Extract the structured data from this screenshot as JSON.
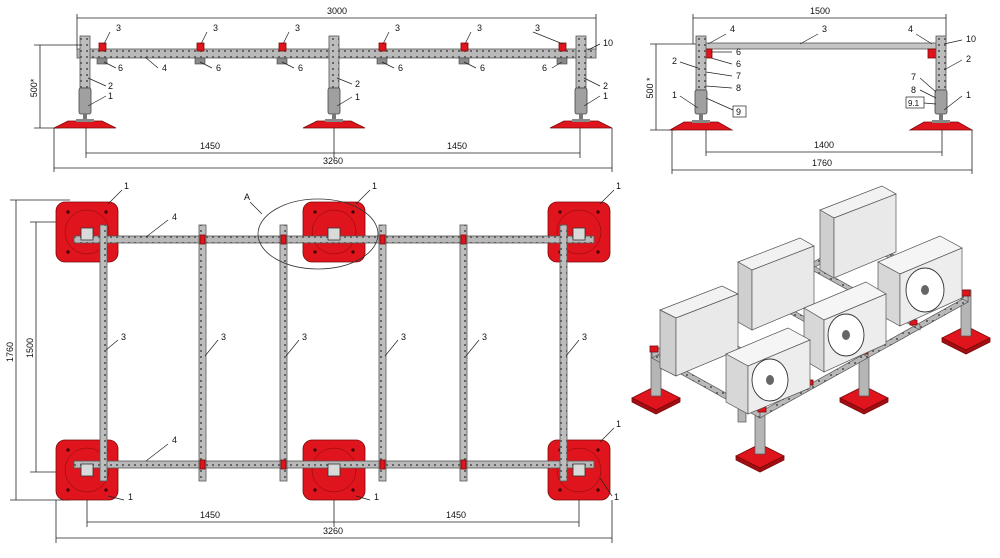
{
  "front_view": {
    "dim_top": "3000",
    "dim_height": "500*",
    "dim_span_left": "1450",
    "dim_span_right": "1450",
    "dim_total": "3260",
    "callouts": [
      "3",
      "3",
      "3",
      "3",
      "3",
      "3",
      "10",
      "6",
      "4",
      "6",
      "6",
      "6",
      "6",
      "6",
      "2",
      "2",
      "2",
      "1",
      "1",
      "1"
    ]
  },
  "side_view": {
    "dim_top": "1500",
    "dim_height": "500 *",
    "dim_inner": "1400",
    "dim_total": "1760",
    "callouts": [
      "4",
      "3",
      "4",
      "10",
      "6",
      "6",
      "7",
      "8",
      "9",
      "2",
      "1",
      "7",
      "8",
      "9.1",
      "2",
      "1"
    ]
  },
  "plan_view": {
    "dim_left_total": "1760",
    "dim_left_inner": "1500",
    "dim_span_left": "1450",
    "dim_span_right": "1450",
    "dim_total": "3260",
    "detail_label": "A",
    "callouts": [
      "1",
      "1",
      "1",
      "4",
      "3",
      "3",
      "3",
      "3",
      "3",
      "3",
      "4",
      "1",
      "1",
      "1",
      "1"
    ]
  },
  "colors": {
    "foot": "#e0141c",
    "beam": "#b9b9b9",
    "unit": "#e6e6e6"
  }
}
